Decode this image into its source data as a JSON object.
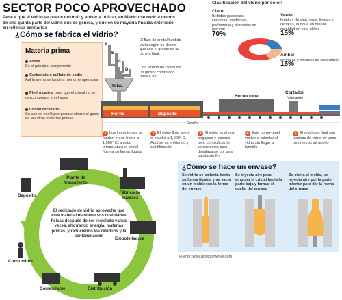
{
  "header": {
    "title": "SECTOR POCO APROVECHADO",
    "intro": "Pese a que el vidrio se puede destruir y volver a utilizar, en México se recicla menos de una quinta parte del vidrio que se genera, y que en su mayoría finaliza enterrado en rellenos sanitarios"
  },
  "fabrica": {
    "heading": "¿Cómo se fabrica el vidrio?",
    "materia": {
      "title": "Materia prima",
      "items": [
        {
          "name": "Arena",
          "desc": "Es el principal componente"
        },
        {
          "name": "Carbonato o sulfato de sodio",
          "desc": "Aul la arena se funde a menor temperatura"
        },
        {
          "name": "Piedra caliza",
          "desc": "para que el cristal no se descomponga en el agua"
        },
        {
          "name": "Cristal reciclado",
          "desc": "Su uso es ecológico porque ahorra el gasto de las otras materias primas"
        }
      ]
    },
    "letters": [
      "A",
      "B",
      "C",
      "D"
    ],
    "tolva": "Tolva",
    "flujo": "El flujo de cristal fundido varia según se desee que sea el grosor de la lámina final.",
    "lamina": "Una lámina de cristal de un grosor controlado pasa a un",
    "horno_tunel": "Horno túnel",
    "cortador": "Cortador",
    "cortador_sub": "(diamante)",
    "horno": "Horno",
    "deposito": "Depósito",
    "estano": "Estaño",
    "steps": [
      {
        "n": "1",
        "text": "Los ingredientes se funden en un horno a 1,500° C) a esta temperatura el cristal fluye a su forma líquida"
      },
      {
        "n": "2",
        "text": "El vidrio flota sobre el estaño a 1,000° C. Aquí se va enfriando y solidificando"
      },
      {
        "n": "3",
        "text": "El vidrio es ahora pegajoso y viscoso, pero con suficiente consistencia para desplazarse por una banda sin fin"
      },
      {
        "n": "4",
        "text": "Este horno-túnel vuelve a calentar el vidrio sin llegar a fundirlo"
      },
      {
        "n": "5",
        "text": "El resultado final son láminas de vidrio de unos tres metros de ancho"
      }
    ]
  },
  "clasificacion": {
    "title": "Clasificación del vidrio por color:",
    "claro": {
      "label": "Claro",
      "desc": "Bebidas gaseosas, cervezas, medicinas, perfumería y alimentos en general",
      "pct": "70%"
    },
    "verde": {
      "label": "Verde",
      "desc": "botellas de vino, cava, licores y cerveza, aunque en menor cantidad en este último",
      "pct": "15%"
    },
    "ambar": {
      "label": "Ambar",
      "desc": "cervezas y envases de laboratorio",
      "pct": "15%"
    },
    "colors": {
      "claro": "#e8423a",
      "verde": "#2f7ec2",
      "ambar": "#f3b98a"
    }
  },
  "envase": {
    "heading": "¿Cómo se hace un envase?",
    "cols": [
      "Se vidrio se calienta hasta su forma líquida y se vacía en un molde con la forma del envase",
      "Se inyecta aire para empujar el cristal hacia la parte baja y formar el cuello del envase",
      "Se cierra el molde, se inyecta aire por la parte inferior para dar la forma del envase"
    ]
  },
  "fuente": "Fuente: www.howstuffworks.com",
  "ciclo": {
    "text": "El reciclado de vidrio aprovecha que este material mantiene sus cualidades físicas después de ser reciclado varias veces, ahorrando energía, materias primas, y reduciendo los residuos y la contaminación",
    "labels": {
      "planta": "Planta de tratamiento",
      "deposito": "Depósito",
      "fabrica": "Fábrica de envases",
      "embotelladora": "Embotelladora",
      "distribucion": "Distribución",
      "comerciante": "Comerciante",
      "consumidor": "Consumidor"
    },
    "colors": {
      "ring": "#8cc63f",
      "ring_dark": "#6fa62e"
    }
  }
}
